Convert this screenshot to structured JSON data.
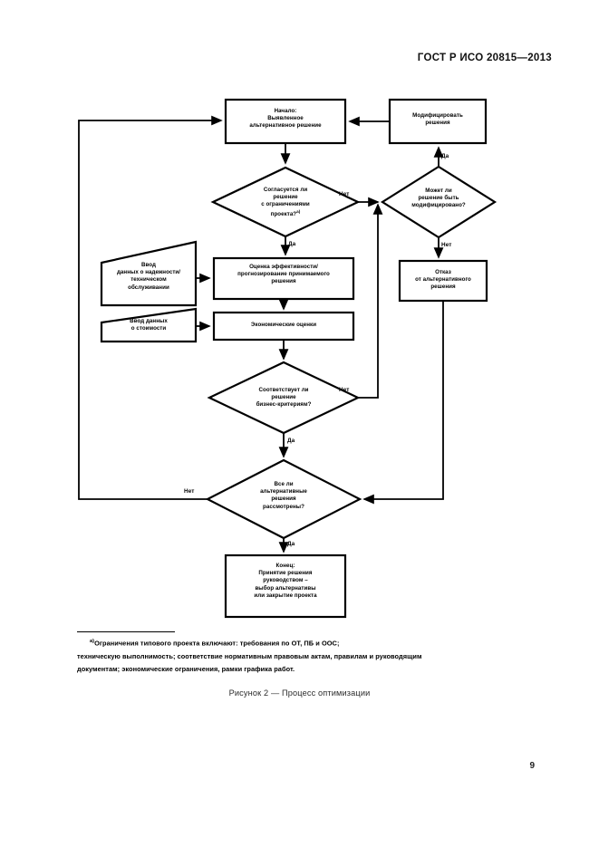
{
  "document": {
    "header": "ГОСТ Р ИСО 20815—2013",
    "page_number": "9",
    "figure_caption": "Рисунок 2 — Процесс оптимизации"
  },
  "footnote": {
    "marker": "а)",
    "line1": "Ограничения типового проекта включают: требования по ОТ, ПБ и ООС;",
    "line2": "техническую выполнимость; соответствие нормативным правовым актам, правилам и руководящим",
    "line3": "документам; экономические ограничения, рамки графика работ."
  },
  "flowchart": {
    "title": "Процесс оптимизации",
    "nodes": {
      "start": {
        "shape": "process",
        "line1": "Начало:",
        "line2": "Выявленное",
        "line3": "альтернативное решение"
      },
      "modify": {
        "shape": "process",
        "line1": "Модифицировать",
        "line2": "решения"
      },
      "decision_constraints": {
        "shape": "decision",
        "line1": "Согласуется ли",
        "line2": "решение",
        "line3": "с ограничениями",
        "line4": "проекта?",
        "footnote_mark": "а)"
      },
      "decision_modifiable": {
        "shape": "decision",
        "line1": "Может ли",
        "line2": "решение быть",
        "line3": "модифицировано?"
      },
      "input_reliability": {
        "shape": "input",
        "line1": "Ввод",
        "line2": "данных о надежности/",
        "line3": "техническом",
        "line4": "обслуживании"
      },
      "input_cost": {
        "shape": "input",
        "line1": "Ввод данных",
        "line2": "о стоимости"
      },
      "evaluate": {
        "shape": "process",
        "line1": "Оценка эффективности/",
        "line2": "прогнозирование принимаемого",
        "line3": "решения"
      },
      "economic": {
        "shape": "process",
        "line1": "Экономические оценки"
      },
      "reject": {
        "shape": "process",
        "line1": "Отказ",
        "line2": "от альтернативного",
        "line3": "решения"
      },
      "decision_business": {
        "shape": "decision",
        "line1": "Соответствует ли",
        "line2": "решение",
        "line3": "бизнес-критериям?"
      },
      "decision_all_alternatives": {
        "shape": "decision",
        "line1": "Все ли",
        "line2": "альтернативные",
        "line3": "решения",
        "line4": "рассмотрены?"
      },
      "end": {
        "shape": "process",
        "line1": "Конец:",
        "line2": "Принятие решения",
        "line3": "руководством –",
        "line4": "выбор альтернативы",
        "line5": "или закрытие проекта"
      }
    },
    "edge_labels": {
      "constraints_no": "Нет",
      "constraints_yes": "Да",
      "modifiable_yes": "Да",
      "modifiable_no": "Нет",
      "business_no": "Нет",
      "business_yes": "Да",
      "alternatives_no": "Нет",
      "alternatives_yes": "Да"
    },
    "colors": {
      "stroke": "#000000",
      "fill": "#ffffff",
      "text": "#000000"
    }
  }
}
